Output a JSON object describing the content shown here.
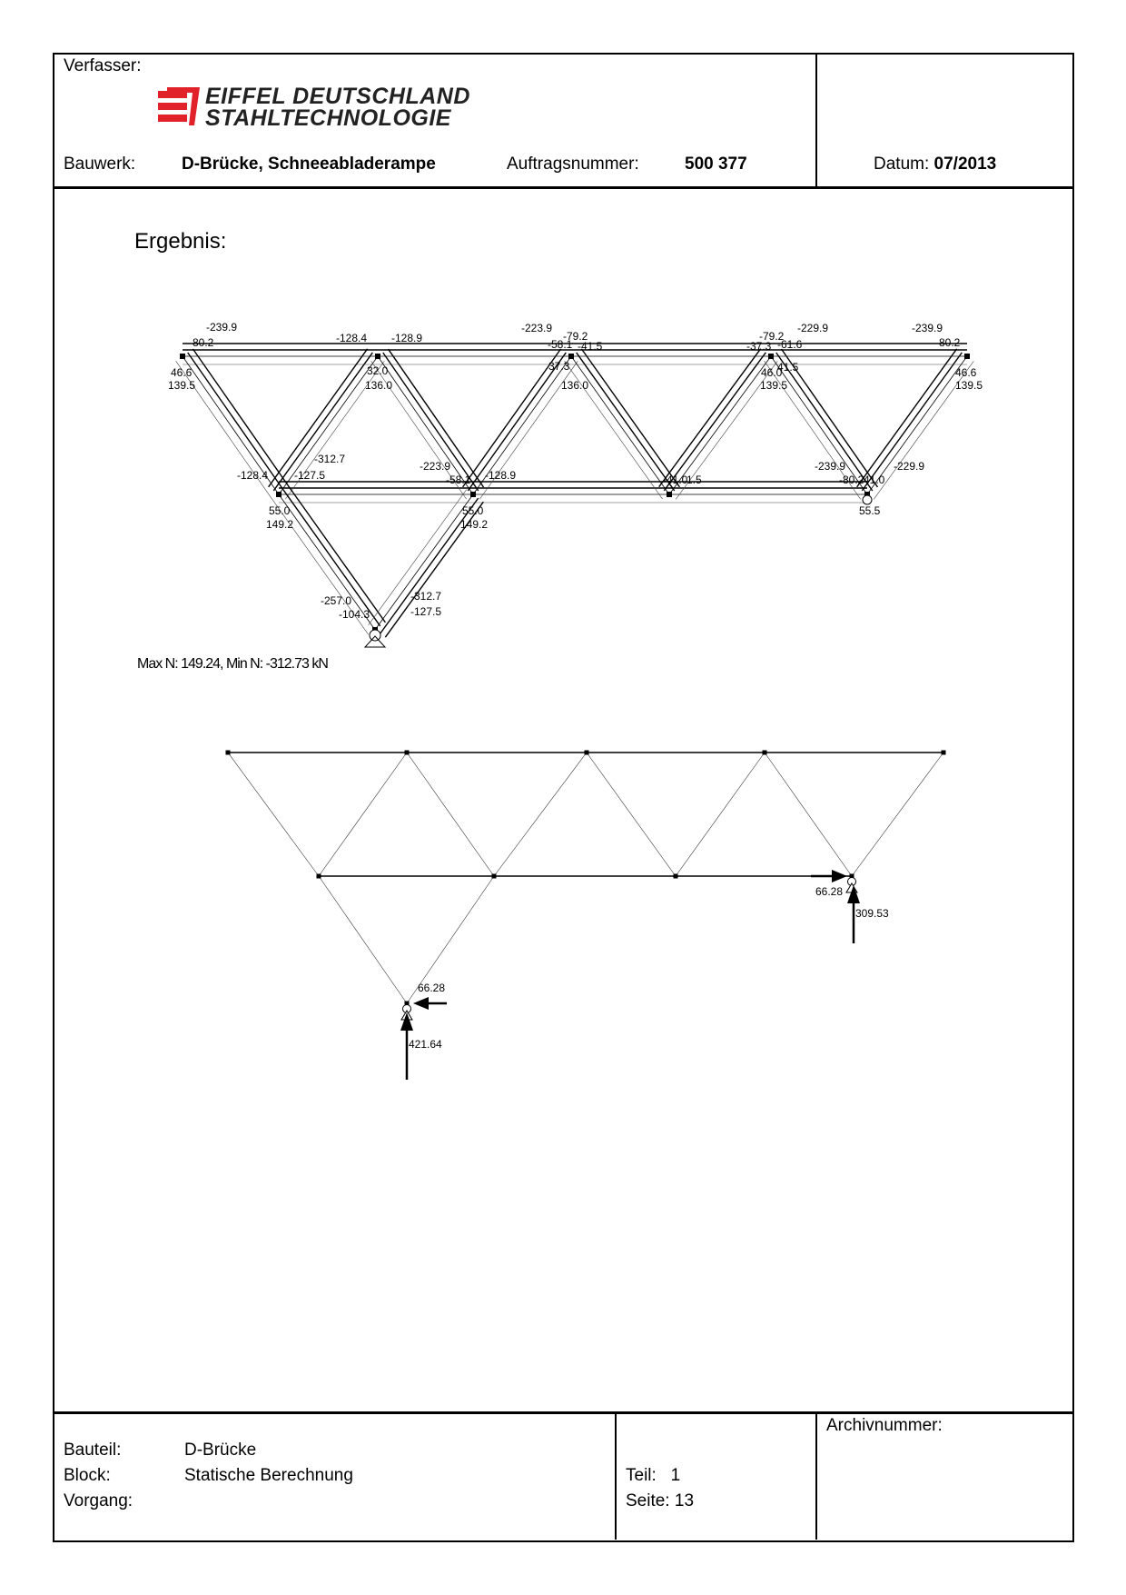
{
  "header": {
    "author_label": "Verfasser:",
    "logo_line1": "EIFFEL DEUTSCHLAND",
    "logo_line2": "STAHLTECHNOLOGIE",
    "building_label": "Bauwerk:",
    "building_value": "D-Brücke, Schneeabladerampe",
    "order_label": "Auftragsnummer:",
    "order_value": "500 377",
    "date_label": "Datum:",
    "date_value": "07/2013",
    "brand_color": "#e2222b"
  },
  "body": {
    "result_heading": "Ergebnis:",
    "summary": "Max N: 149.24, Min N: -312.73 kN",
    "force_labels": [
      "-239.9",
      "-80.2",
      "46.6",
      "139.5",
      "-128.4",
      "-128.9",
      "32.0",
      "136.0",
      "-223.9",
      "-58.1",
      "-79.2",
      "-41.5",
      "37.3",
      "136.0",
      "-79.2",
      "-37.3",
      "-61.6",
      "-229.9",
      "46.0",
      "41.5",
      "139.5",
      "-239.9",
      "-80.2",
      "46.6",
      "139.5",
      "-312.7",
      "-128.4",
      "-127.5",
      "55.0",
      "149.2",
      "-223.9",
      "-58.1",
      "-128.9",
      "55.0",
      "149.2",
      "-41.0",
      "1.5",
      "-239.9",
      "-80.2",
      "-41.0",
      "-229.9",
      "55.5",
      "-257.0",
      "-104.3",
      "-312.7",
      "-127.5"
    ],
    "reactions": {
      "right_horizontal": "66.28",
      "right_vertical": "309.53",
      "left_horizontal": "66.28",
      "left_vertical": "421.64"
    }
  },
  "footer": {
    "part_label": "Bauteil:",
    "part_value": "D-Brücke",
    "block_label": "Block:",
    "block_value": "Statische Berechnung",
    "process_label": "Vorgang:",
    "section_label": "Teil:",
    "section_value": "1",
    "page_label": "Seite:",
    "page_value": "13",
    "archive_label": "Archivnummer:"
  }
}
